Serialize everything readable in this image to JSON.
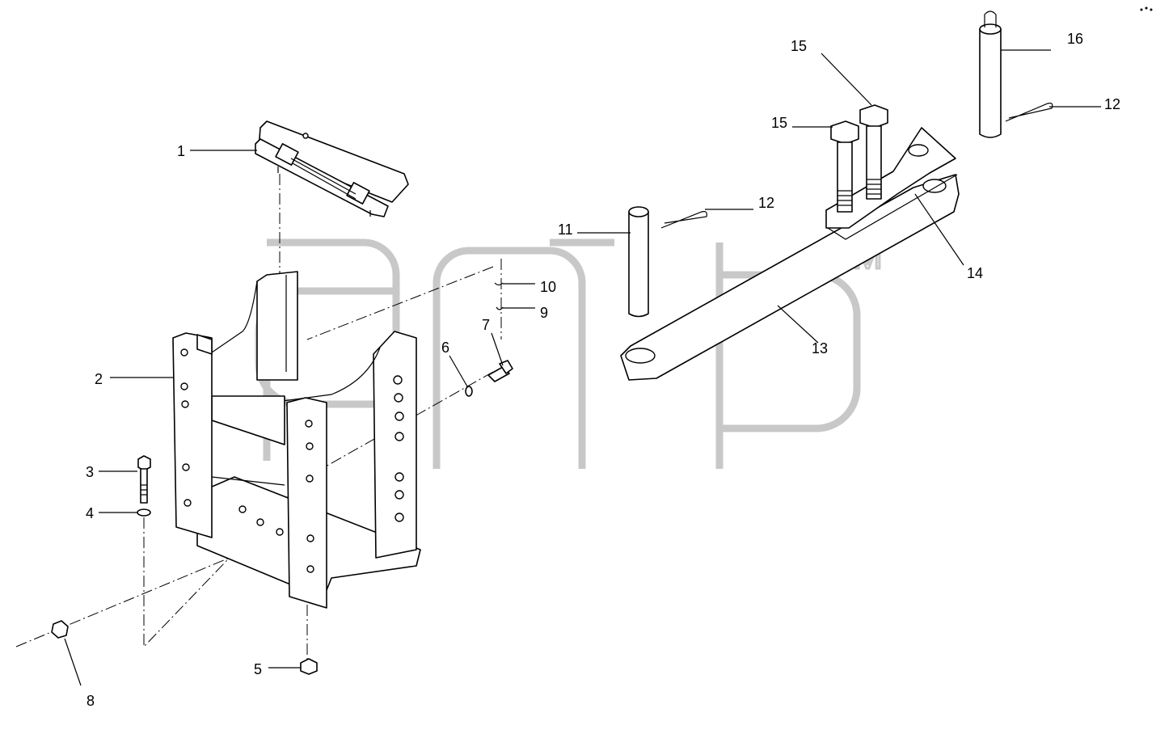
{
  "diagram": {
    "callouts": [
      {
        "id": "c1",
        "label": "1"
      },
      {
        "id": "c2",
        "label": "2"
      },
      {
        "id": "c3",
        "label": "3"
      },
      {
        "id": "c4",
        "label": "4"
      },
      {
        "id": "c5",
        "label": "5"
      },
      {
        "id": "c6",
        "label": "6"
      },
      {
        "id": "c7",
        "label": "7"
      },
      {
        "id": "c8",
        "label": "8"
      },
      {
        "id": "c9",
        "label": "9"
      },
      {
        "id": "c10",
        "label": "10"
      },
      {
        "id": "c11",
        "label": "11"
      },
      {
        "id": "c12a",
        "label": "12"
      },
      {
        "id": "c12b",
        "label": "12"
      },
      {
        "id": "c13",
        "label": "13"
      },
      {
        "id": "c14",
        "label": "14"
      },
      {
        "id": "c15a",
        "label": "15"
      },
      {
        "id": "c15b",
        "label": "15"
      },
      {
        "id": "c16",
        "label": "16"
      }
    ],
    "watermark": {
      "trademark": "TM"
    },
    "colors": {
      "line": "#000000",
      "watermark": "#c8c8c8",
      "background": "#ffffff"
    }
  }
}
